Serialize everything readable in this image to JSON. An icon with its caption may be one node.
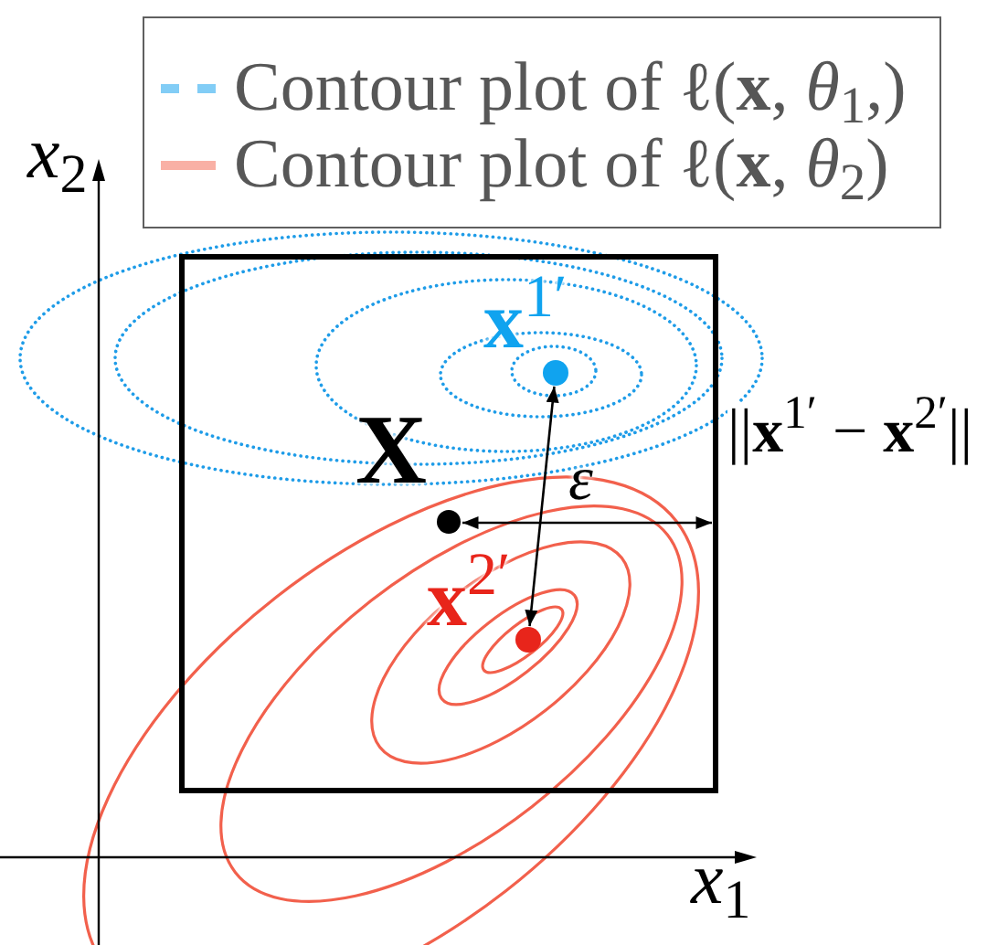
{
  "diagram": {
    "nodes": [
      {
        "text": [
          "X"
        ]
      },
      {
        "text": [],
        "shape": "circle",
        "in": 0,
        "beside": [
          "**x**$^{1′}$"
        ]
      },
      {
        "text": [],
        "shape": "circle",
        "in": 0
      },
      {
        "text": [],
        "shape": "circle",
        "in": 0,
        "beside": [
          "**x**$^{2′}$"
        ]
      }
    ],
    "edges": [
      {
        "from": 3,
        "to": 1,
        "arrow": "both",
        "label": "||**x**$^{1′}$ − **x**$^{2′}$||"
      },
      {
        "from": 2,
        "to": 0,
        "arrow": "both",
        "label": "ε"
      }
    ],
    "labels": [
      "*x*$_{2}$",
      "*x*$_{1}$"
    ],
    "legend": [
      {
        "text": "Contour plot of ℓ(**x**, *θ*$_{1}$,)"
      },
      {
        "text": "Contour plot of ℓ(**x**, *θ*$_{2}$)"
      }
    ]
  }
}
